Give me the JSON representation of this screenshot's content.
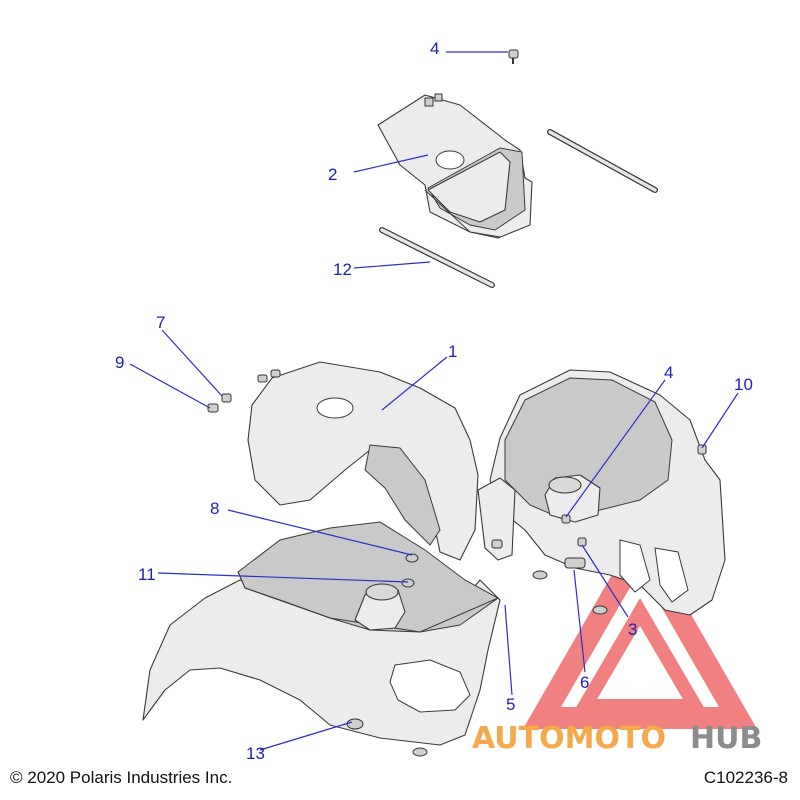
{
  "callouts": [
    {
      "label": "1"
    },
    {
      "label": "2"
    },
    {
      "label": "3"
    },
    {
      "label": "4"
    },
    {
      "label": "4"
    },
    {
      "label": "5"
    },
    {
      "label": "6"
    },
    {
      "label": "7"
    },
    {
      "label": "8"
    },
    {
      "label": "9"
    },
    {
      "label": "10"
    },
    {
      "label": "11"
    },
    {
      "label": "12"
    },
    {
      "label": "13"
    }
  ],
  "footer": {
    "copyright": "© 2020 Polaris Industries Inc.",
    "figure_code": "C102236-8"
  },
  "watermark": {
    "part1": "AUTOMOTO",
    "part2": "HUB",
    "color_primary": "#f6a94a",
    "color_secondary": "#8c8c8c",
    "triangle_color": "#ef6b6b"
  }
}
